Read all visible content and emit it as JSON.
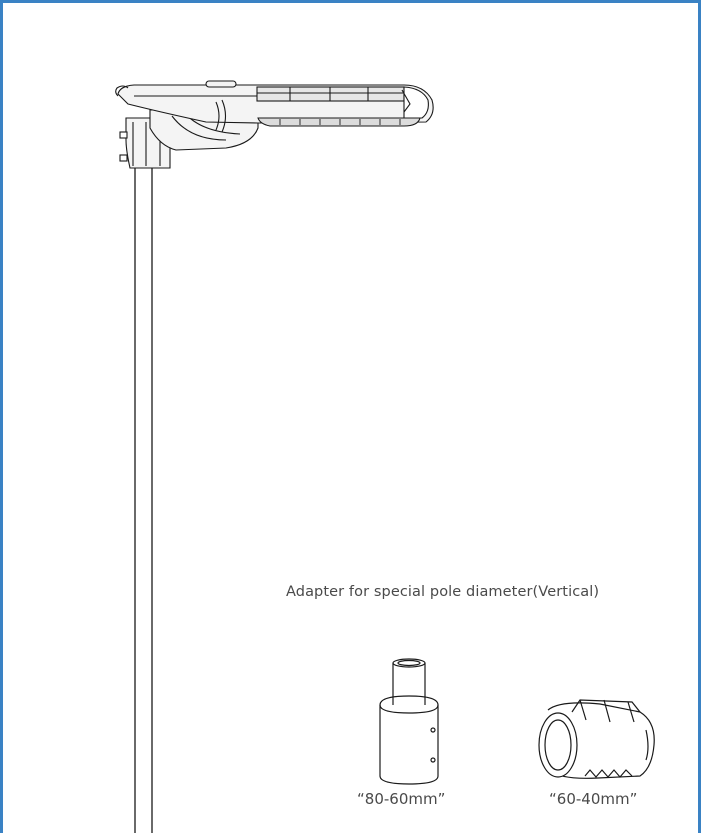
{
  "adapter_section": {
    "title": "Adapter for special pole diameter(Vertical)",
    "adapters": [
      {
        "label": "“80-60mm”",
        "icon": "pole-reducer-adapter-icon"
      },
      {
        "label": "“60-40mm”",
        "icon": "pole-sleeve-clamp-icon"
      }
    ]
  },
  "colors": {
    "frame_border": "#3a82c4",
    "line": "#1a1a1a",
    "fixture_fill": "#f4f4f4",
    "text": "#4a4a4a"
  }
}
